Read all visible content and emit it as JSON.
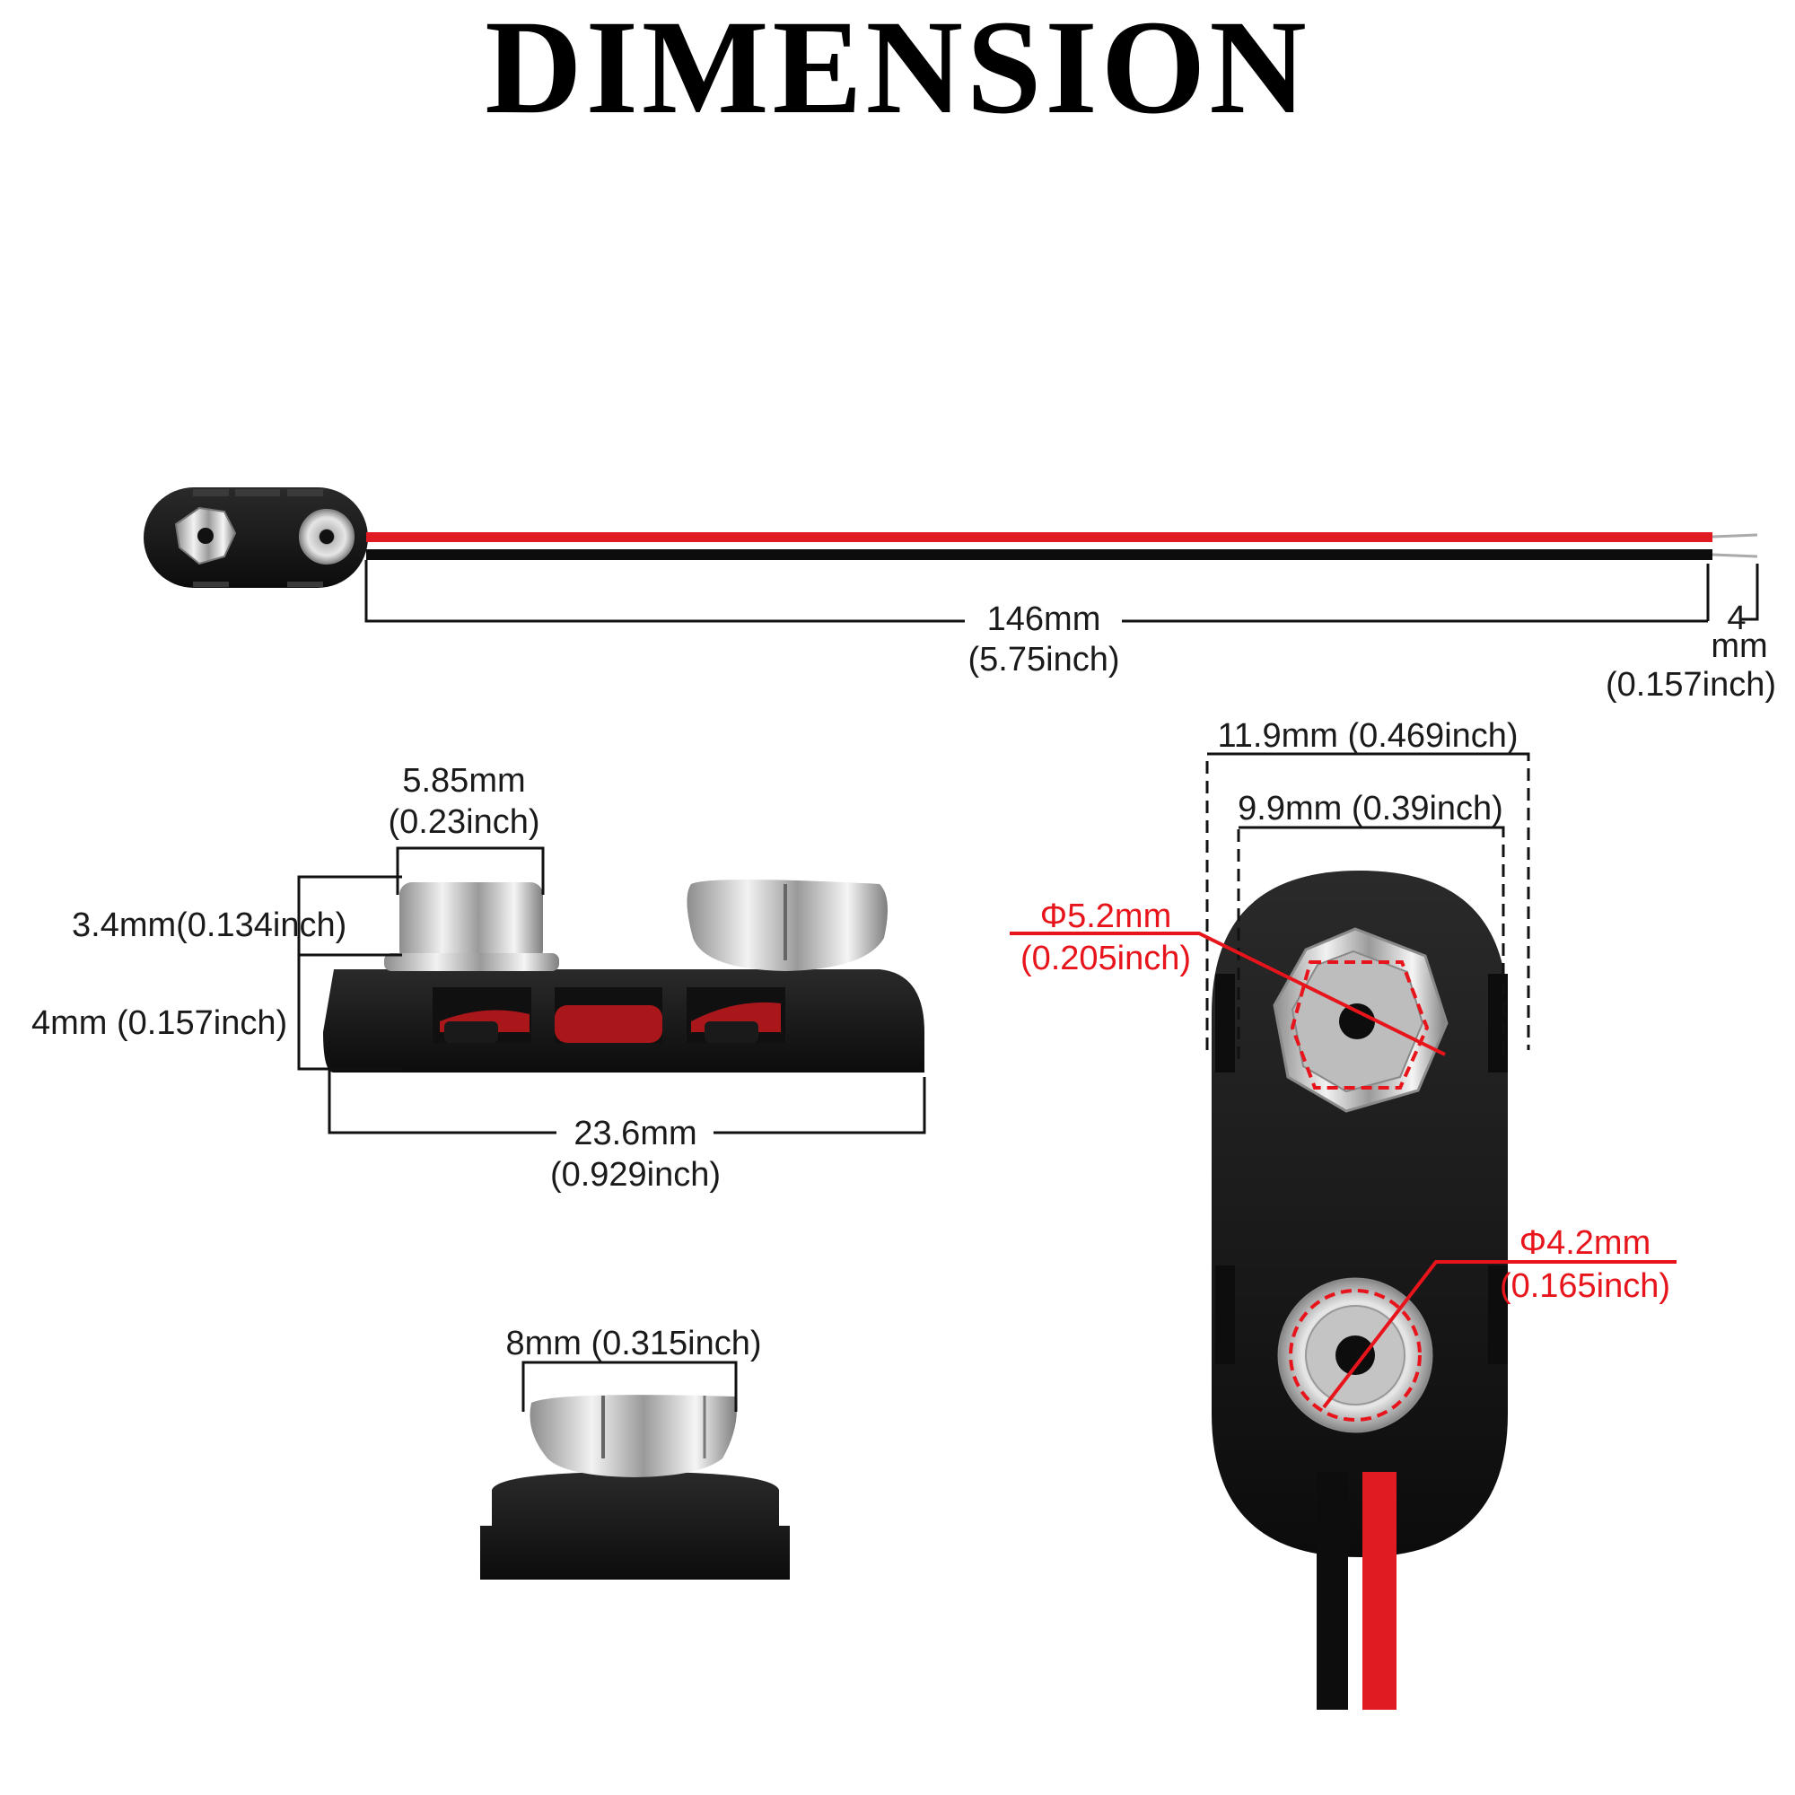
{
  "title": "DIMENSION",
  "colors": {
    "dimension_line": "#111111",
    "accent_red": "#e8141b",
    "wire_red": "#e01b22",
    "wire_black": "#0d0d0d",
    "plastic": "#1c1c1c",
    "metal": "#c9c9c9"
  },
  "cable_view": {
    "length": {
      "mm": "146mm",
      "inch": "(5.75inch)"
    },
    "strip": {
      "mm_top": "4",
      "mm_bottom": "mm",
      "inch": "(0.157inch)"
    }
  },
  "side_view": {
    "terminal_width": {
      "mm": "5.85mm",
      "inch": "(0.23inch)"
    },
    "terminal_height": {
      "label": "3.4mm(0.134inch)"
    },
    "body_height": {
      "label": "4mm (0.157inch)"
    },
    "body_length": {
      "mm": "23.6mm",
      "inch": "(0.929inch)"
    }
  },
  "end_view": {
    "terminal_diameter": {
      "label": "8mm (0.315inch)"
    }
  },
  "top_view": {
    "outer_width": {
      "label": "11.9mm (0.469inch)"
    },
    "inner_width": {
      "label": "9.9mm (0.39inch)"
    },
    "socket_diameter": {
      "mm": "Φ5.2mm",
      "inch": "(0.205inch)"
    },
    "stud_diameter": {
      "mm": "Φ4.2mm",
      "inch": "(0.165inch)"
    }
  }
}
